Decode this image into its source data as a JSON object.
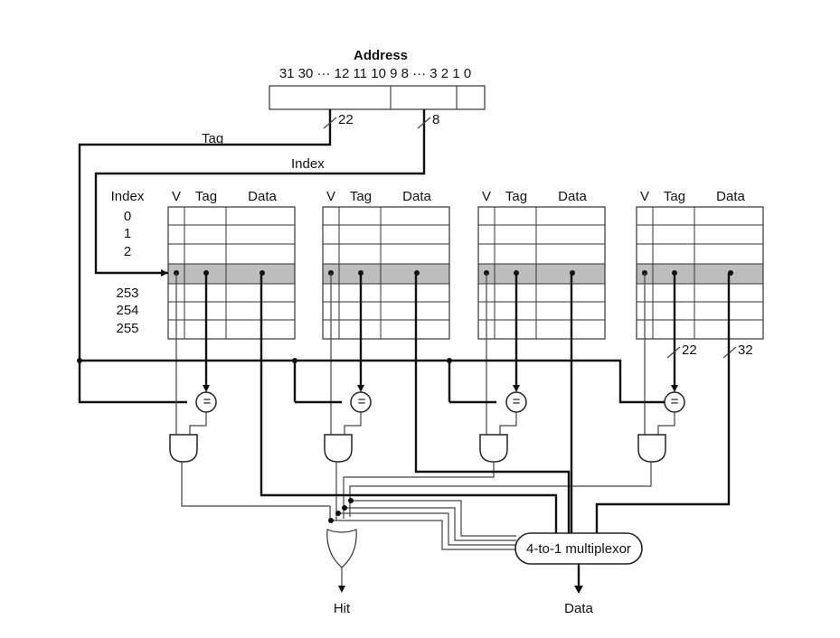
{
  "address": {
    "title": "Address",
    "bits": "31 30 ··· 12 11 10 9 8 ··· 3 2 1 0",
    "tag_width": "22",
    "index_width": "8"
  },
  "labels": {
    "tag": "Tag",
    "index": "Index"
  },
  "table": {
    "index_header": "Index",
    "row_indices": [
      "0",
      "1",
      "2",
      "253",
      "254",
      "255"
    ],
    "columns": [
      "V",
      "Tag",
      "Data"
    ]
  },
  "bus_widths": {
    "tag": "22",
    "data": "32"
  },
  "comparator_symbol": "=",
  "mux_label": "4-to-1 multiplexor",
  "outputs": {
    "hit": "Hit",
    "data": "Data"
  }
}
